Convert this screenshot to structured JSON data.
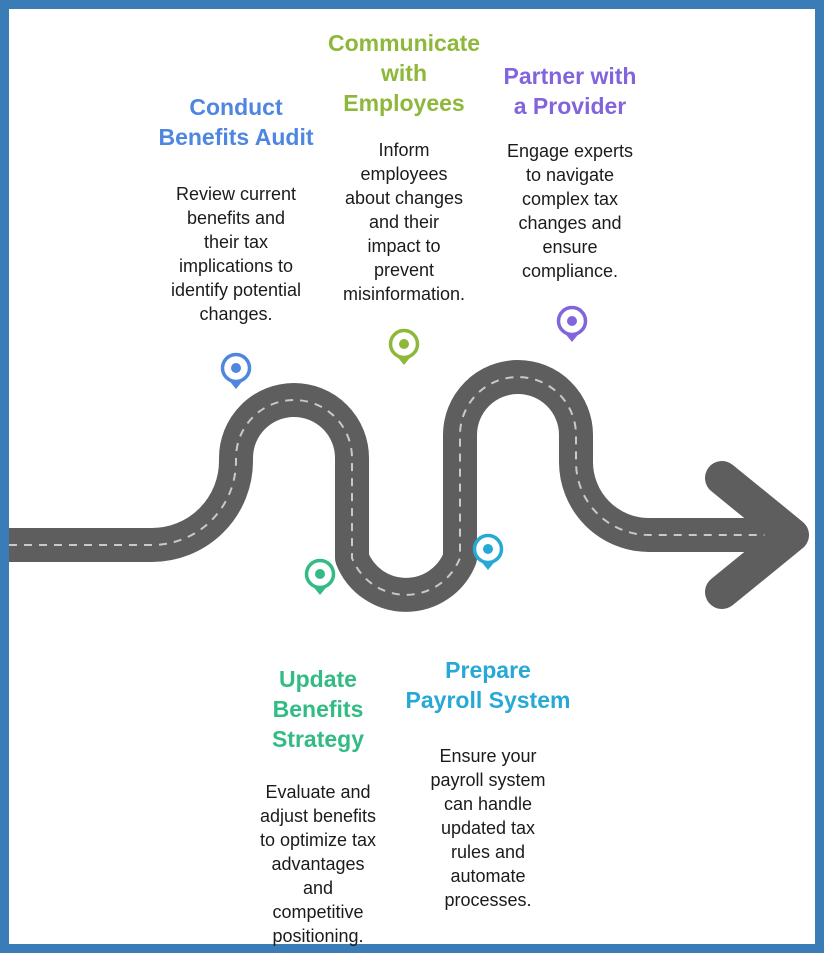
{
  "steps": [
    {
      "title": "Conduct\nBenefits Audit",
      "description": "Review current\nbenefits and\ntheir tax\nimplications to\nidentify potential\nchanges.",
      "color": "#4f86df",
      "icon": "map-pin-icon"
    },
    {
      "title": "Update\nBenefits\nStrategy",
      "description": "Evaluate and\nadjust benefits\nto optimize tax\nadvantages\nand\ncompetitive\npositioning.",
      "color": "#33bb85",
      "icon": "map-pin-icon"
    },
    {
      "title": "Communicate\nwith\nEmployees",
      "description": "Inform\nemployees\nabout changes\nand their\nimpact to\nprevent\nmisinformation.",
      "color": "#8db83a",
      "icon": "map-pin-icon"
    },
    {
      "title": "Prepare\nPayroll System",
      "description": "Ensure your\npayroll system\ncan handle\nupdated tax\nrules and\nautomate\nprocesses.",
      "color": "#27a9d6",
      "icon": "map-pin-icon"
    },
    {
      "title": "Partner with\na Provider",
      "description": "Engage experts\nto navigate\ncomplex tax\nchanges and\nensure\ncompliance.",
      "color": "#8264dd",
      "icon": "map-pin-icon"
    }
  ],
  "road": {
    "color": "#5e5e5e",
    "dash_color": "#c9c9c9",
    "arrow_icon": "arrow-right-icon"
  },
  "frame_color": "#3a7cb5"
}
